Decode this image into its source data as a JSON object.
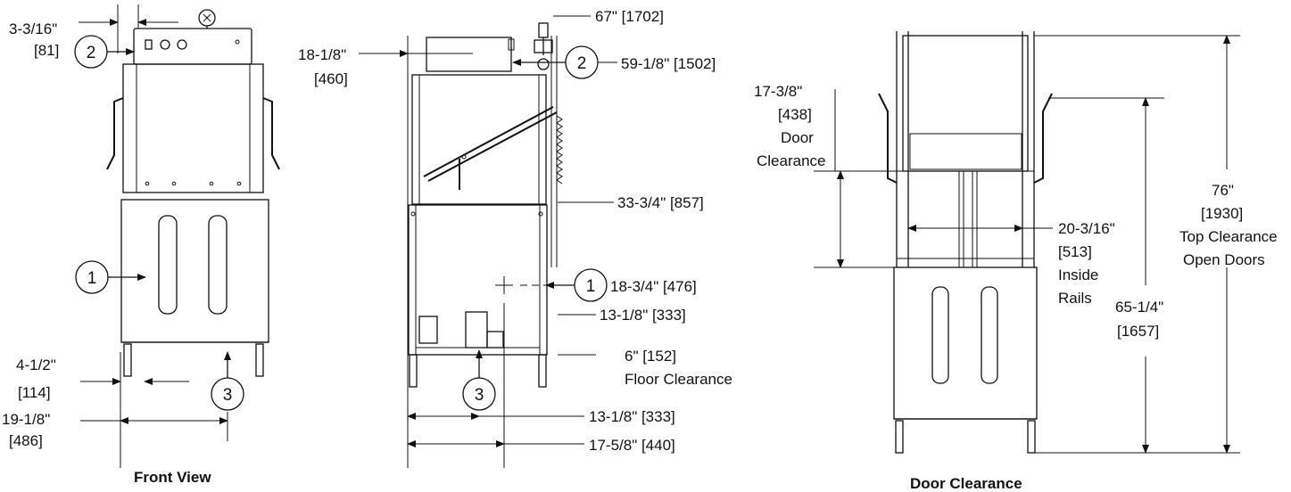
{
  "front_view": {
    "caption": "Front View",
    "dims": {
      "top_a": "3-3/16\"",
      "top_b": "[81]",
      "leg_a": "4-1/2\"",
      "leg_b": "[114]",
      "width_a": "19-1/8\"",
      "width_b": "[486]"
    },
    "callouts": [
      "1",
      "2",
      "3"
    ]
  },
  "side_view": {
    "dims": {
      "height_total": "67\" [1702]",
      "depth_a": "18-1/8\"",
      "depth_b": "[460]",
      "height_2": "59-1/8\" [1502]",
      "height_33": "33-3/4\" [857]",
      "height_18": "18-3/4\" [476]",
      "height_13": "13-1/8\" [333]",
      "floor_a": "6\" [152]",
      "floor_b": "Floor Clearance",
      "bottom_13": "13-1/8\" [333]",
      "bottom_17": "17-5/8\" [440]"
    },
    "callouts": [
      "1",
      "2",
      "3"
    ]
  },
  "door_view": {
    "caption": "Door Clearance",
    "dims": {
      "door_a": "17-3/8\"",
      "door_b": "[438]",
      "door_c": "Door",
      "door_d": "Clearance",
      "rails_a": "20-3/16\"",
      "rails_b": "[513]",
      "rails_c": "Inside",
      "rails_d": "Rails",
      "h65_a": "65-1/4\"",
      "h65_b": "[1657]",
      "h76_a": "76\"",
      "h76_b": "[1930]",
      "h76_c": "Top Clearance",
      "h76_d": "Open Doors"
    }
  }
}
